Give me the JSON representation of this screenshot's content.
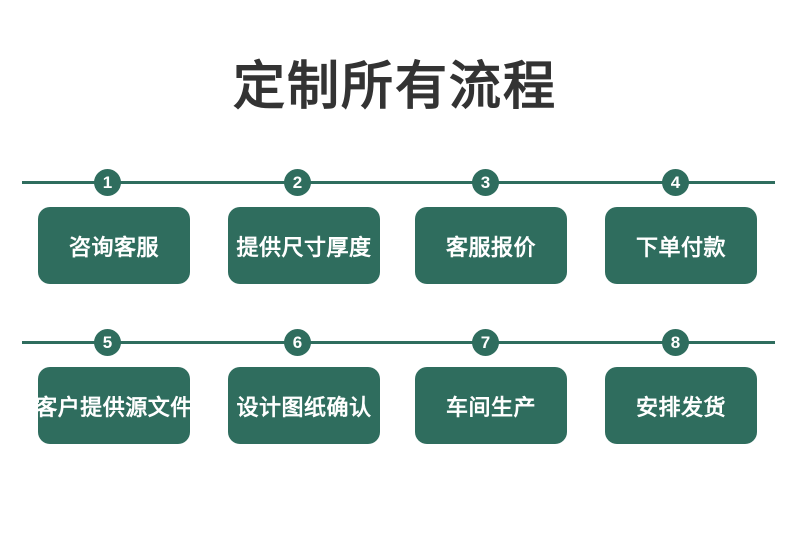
{
  "title": "定制所有流程",
  "colors": {
    "accent_teal": "#2F6D5E",
    "title_text": "#333333",
    "box_text": "#ffffff",
    "background": "#ffffff"
  },
  "rows": [
    {
      "steps": [
        {
          "num": "1",
          "label": "咨询客服"
        },
        {
          "num": "2",
          "label": "提供尺寸厚度"
        },
        {
          "num": "3",
          "label": "客服报价"
        },
        {
          "num": "4",
          "label": "下单付款"
        }
      ]
    },
    {
      "steps": [
        {
          "num": "5",
          "label": "客户提供源文件"
        },
        {
          "num": "6",
          "label": "设计图纸确认"
        },
        {
          "num": "7",
          "label": "车间生产"
        },
        {
          "num": "8",
          "label": "安排发货"
        }
      ]
    }
  ]
}
